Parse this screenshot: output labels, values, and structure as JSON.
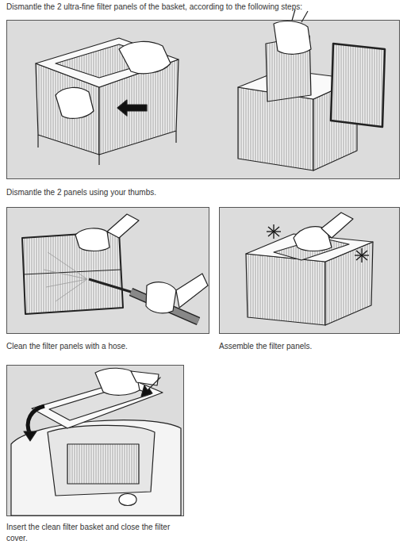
{
  "diagram": {
    "title": "Dismantle the 2 ultra-fine filter panels of the basket, according to the following steps:",
    "nodes": [
      {
        "text": [
          "Dismantle the 2 panels using your thumbs."
        ]
      },
      {
        "text": [
          "Clean the filter panels with a hose."
        ]
      },
      {
        "text": [
          "Assemble the filter panels."
        ]
      },
      {
        "text": [
          "Insert the clean filter basket and close the filter cover."
        ]
      }
    ]
  }
}
